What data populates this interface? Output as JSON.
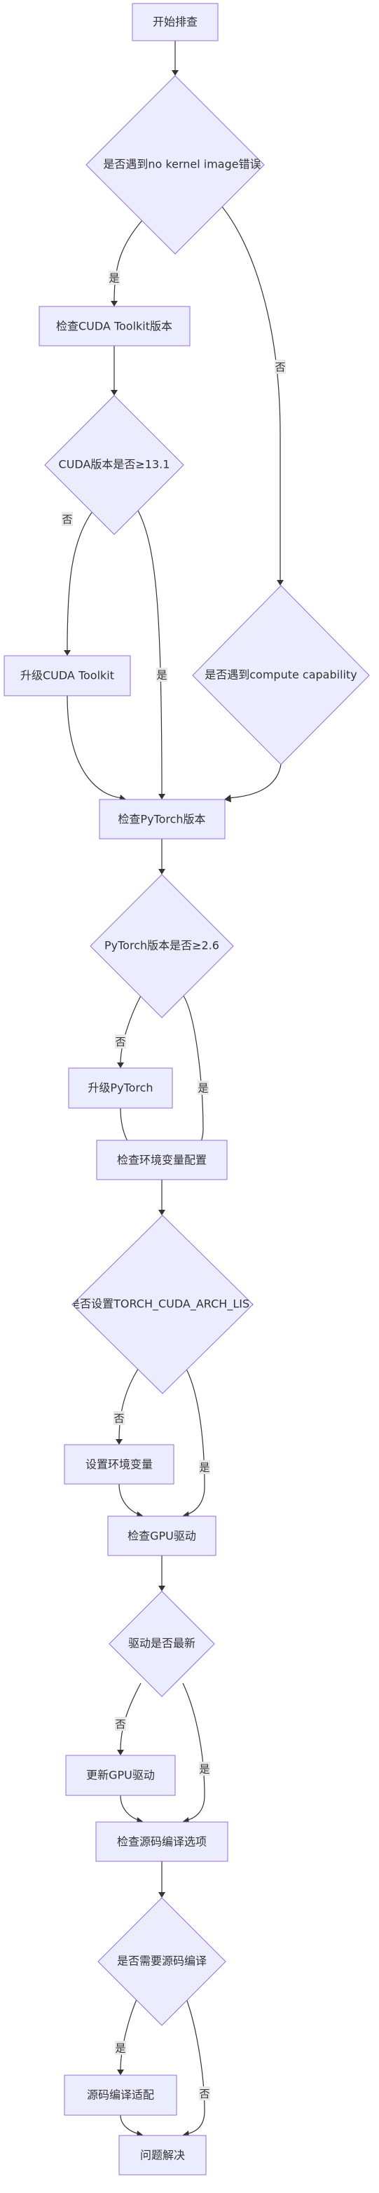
{
  "nodes": {
    "start": "开始排查",
    "q_no_kernel": "是否遇到no kernel image错误",
    "check_cuda": "检查CUDA Toolkit版本",
    "q_cuda_version": "CUDA版本是否≥13.1",
    "upgrade_cuda": "升级CUDA Toolkit",
    "q_compute_cap": "是否遇到compute capability",
    "check_pytorch": "检查PyTorch版本",
    "q_pytorch_version": "PyTorch版本是否≥2.6",
    "upgrade_pytorch": "升级PyTorch",
    "check_env": "检查环境变量配置",
    "q_torch_arch": "是否设置TORCH_CUDA_ARCH_LIST",
    "set_env": "设置环境变量",
    "check_gpu_driver": "检查GPU驱动",
    "q_driver_latest": "驱动是否最新",
    "update_driver": "更新GPU驱动",
    "check_build": "检查源码编译选项",
    "q_need_build": "是否需要源码编译",
    "build_adapt": "源码编译适配",
    "solved": "问题解决"
  },
  "edge_labels": {
    "yes": "是",
    "no": "否"
  },
  "colors": {
    "node_fill": "#ececff",
    "node_stroke": "#9370db",
    "edge": "#333333",
    "text": "#333333",
    "edge_label_bg": "#e8e8e8"
  }
}
